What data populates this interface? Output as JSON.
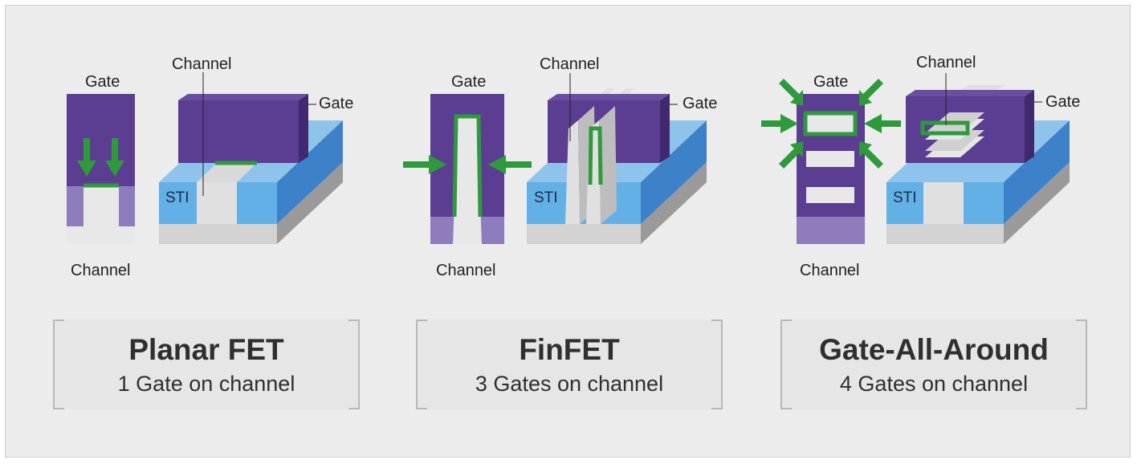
{
  "colors": {
    "gate": "#5b3d92",
    "gate_top": "#6a4ea3",
    "gate_side": "#40296e",
    "gate_light": "#8f7cbc",
    "sti_front": "#63b0e6",
    "sti_side": "#3d82c9",
    "sti_dark": "#2e6fb8",
    "substrate": "#d4d4d4",
    "substrate_side": "#9a9a9a",
    "channel": "#e6e6e6",
    "green": "#2e9a3c",
    "background": "#ececec"
  },
  "labels": {
    "gate": "Gate",
    "channel": "Channel",
    "sti": "STI"
  },
  "panels": [
    {
      "title": "Planar FET",
      "subtitle": "1 Gate on channel"
    },
    {
      "title": "FinFET",
      "subtitle": "3 Gates on channel"
    },
    {
      "title": "Gate-All-Around",
      "subtitle": "4 Gates on channel"
    }
  ]
}
